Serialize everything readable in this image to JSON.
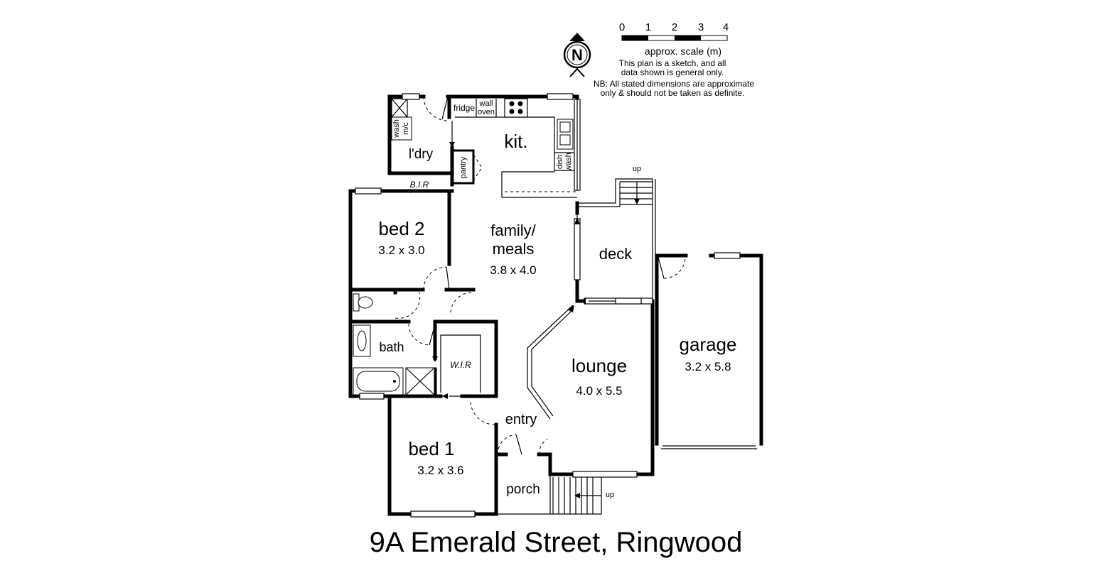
{
  "title": "9A Emerald Street, Ringwood",
  "rooms": {
    "kitchen": {
      "name": "kit."
    },
    "laundry": {
      "name": "l'dry"
    },
    "bir": {
      "name": "B.I.R"
    },
    "bed2": {
      "name": "bed 2",
      "dims": "3.2 x 3.0"
    },
    "family": {
      "name_line1": "family/",
      "name_line2": "meals",
      "dims": "3.8 x 4.0"
    },
    "deck": {
      "name": "deck"
    },
    "garage": {
      "name": "garage",
      "dims": "3.2 x 5.8"
    },
    "lounge": {
      "name": "lounge",
      "dims": "4.0 x 5.5"
    },
    "bath": {
      "name": "bath"
    },
    "wir": {
      "name": "W.I.R"
    },
    "entry": {
      "name": "entry"
    },
    "bed1": {
      "name": "bed 1",
      "dims": "3.2 x 3.6"
    },
    "porch": {
      "name": "porch"
    }
  },
  "fixtures": {
    "fridge": "fridge",
    "wall_oven_line1": "wall",
    "wall_oven_line2": "oven",
    "pantry": "pantry",
    "wash_mc_line1": "wash",
    "wash_mc_line2": "m/c",
    "dishwash_line1": "dish",
    "dishwash_line2": "wash",
    "stairs_up_deck": "up",
    "stairs_up_porch": "up"
  },
  "legend": {
    "scale_ticks": [
      "0",
      "1",
      "2",
      "3",
      "4"
    ],
    "scale_label": "approx. scale (m)",
    "note_line1": "This plan is a sketch, and all",
    "note_line2": "data shown is general only.",
    "nb_line1": "NB: All stated dimensions are approximate",
    "nb_line2": "only & should not be taken as definite.",
    "north": "N"
  }
}
